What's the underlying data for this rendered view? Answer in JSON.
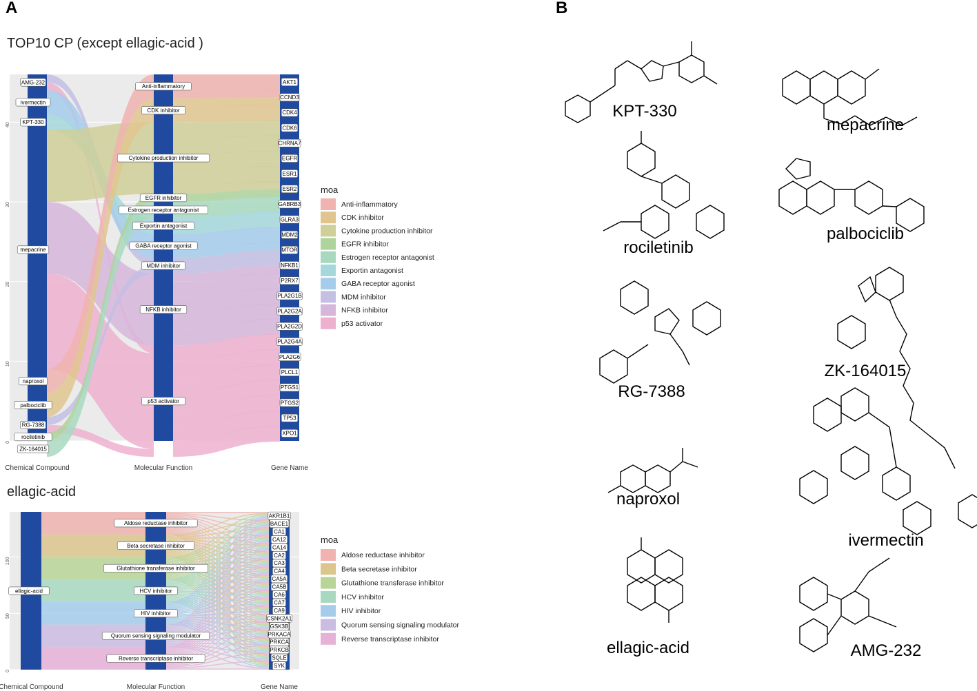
{
  "panels": {
    "a_letter": "A",
    "b_letter": "B"
  },
  "chart_data": [
    {
      "type": "sankey",
      "title": "TOP10 CP (except ellagic-acid )",
      "axis_labels": [
        "Chemical Compound",
        "Molecular Function",
        "Gene Name"
      ],
      "ylim": [
        0,
        46
      ],
      "yticks": [
        "0",
        "10",
        "20",
        "30",
        "40"
      ],
      "legend_title": "moa",
      "legend_position": "right",
      "grid": true,
      "colors": {
        "Anti-inflammatory": "#F0B3AF",
        "CDK inhibitor": "#E0C58E",
        "Cytokine production inhibitor": "#CFCF99",
        "EGFR inhibitor": "#AED49C",
        "Estrogen receptor antagonist": "#A8D9C0",
        "Exportin antagonist": "#A5D8DD",
        "GABA receptor agonist": "#A6CCEB",
        "MDM inhibitor": "#C3C0E4",
        "NFKB inhibitor": "#D7B6DC",
        "p53 activator": "#EDB0CF"
      },
      "compounds": [
        "AMG-232",
        "ivermectin",
        "KPT-330",
        "mepacrine",
        "naproxol",
        "palbociclib",
        "RG-7388",
        "rociletinib",
        "ZK-164015"
      ],
      "functions": [
        "Anti-inflammatory",
        "CDK inhibitor",
        "Cytokine production inhibitor",
        "EGFR inhibitor",
        "Estrogen receptor antagonist",
        "Exportin antagonist",
        "GABA receptor agonist",
        "MDM inhibitor",
        "NFKB inhibitor",
        "p53 activator"
      ],
      "genes": [
        "AKT1",
        "CCND3",
        "CDK4",
        "CDK6",
        "CHRNA7",
        "EGFR",
        "ESR1",
        "ESR2",
        "GABRB3",
        "GLRA3",
        "MDM2",
        "MTOR",
        "NFKB1",
        "P2RX7",
        "PLA2G1B",
        "PLA2G2A",
        "PLA2G2D",
        "PLA2G4A",
        "PLA2G6",
        "PLCL1",
        "PTGS1",
        "PTGS2",
        "TP53",
        "XPO1"
      ],
      "links": [
        {
          "compound": "AMG-232",
          "moa": "MDM inhibitor",
          "value": 1
        },
        {
          "compound": "AMG-232",
          "moa": "p53 activator",
          "value": 1
        },
        {
          "compound": "ivermectin",
          "moa": "GABA receptor agonist",
          "value": 3
        },
        {
          "compound": "KPT-330",
          "moa": "Exportin antagonist",
          "value": 2
        },
        {
          "compound": "mepacrine",
          "moa": "Cytokine production inhibitor",
          "value": 9
        },
        {
          "compound": "mepacrine",
          "moa": "NFKB inhibitor",
          "value": 9
        },
        {
          "compound": "mepacrine",
          "moa": "p53 activator",
          "value": 12
        },
        {
          "compound": "naproxol",
          "moa": "Anti-inflammatory",
          "value": 3
        },
        {
          "compound": "palbociclib",
          "moa": "CDK inhibitor",
          "value": 3
        },
        {
          "compound": "RG-7388",
          "moa": "MDM inhibitor",
          "value": 1
        },
        {
          "compound": "RG-7388",
          "moa": "p53 activator",
          "value": 1
        },
        {
          "compound": "rociletinib",
          "moa": "EGFR inhibitor",
          "value": 1
        },
        {
          "compound": "ZK-164015",
          "moa": "Estrogen receptor antagonist",
          "value": 2
        }
      ]
    },
    {
      "type": "sankey",
      "title": "ellagic-acid",
      "axis_labels": [
        "Chemical Compound",
        "Molecular Function",
        "Gene Name"
      ],
      "ylim": [
        0,
        140
      ],
      "yticks": [
        "0",
        "50",
        "100"
      ],
      "legend_title": "moa",
      "legend_position": "right",
      "grid": true,
      "colors": {
        "Aldose reductase inhibitor": "#F0B3AF",
        "Beta secretase inhibitor": "#DCC68E",
        "Glutathione transferase inhibitor": "#B8D598",
        "HCV inhibitor": "#A8D9C0",
        "HIV inhibitor": "#A6CCEB",
        "Quorum sensing signaling modulator": "#CBBCE3",
        "Reverse transcriptase inhibitor": "#E6B2D8"
      },
      "compounds": [
        "ellagic-acid"
      ],
      "functions": [
        "Aldose reductase inhibitor",
        "Beta secretase inhibitor",
        "Glutathione transferase inhibitor",
        "HCV inhibitor",
        "HIV inhibitor",
        "Quorum sensing signaling modulator",
        "Reverse transcriptase inhibitor"
      ],
      "function_values": [
        20,
        20,
        20,
        20,
        20,
        20,
        20
      ],
      "genes": [
        "AKR1B1",
        "BACE1",
        "CA1",
        "CA12",
        "CA14",
        "CA2",
        "CA3",
        "CA4",
        "CA5A",
        "CA5B",
        "CA6",
        "CA7",
        "CA9",
        "CSNK2A1",
        "GSK3B",
        "PRKACA",
        "PRKCA",
        "PRKCB",
        "SQLE",
        "SYK"
      ]
    }
  ],
  "molecules": [
    "KPT-330",
    "mepacrine",
    "rociletinib",
    "palbociclib",
    "RG-7388",
    "ZK-164015",
    "naproxol",
    "ivermectin",
    "ellagic-acid",
    "AMG-232"
  ]
}
